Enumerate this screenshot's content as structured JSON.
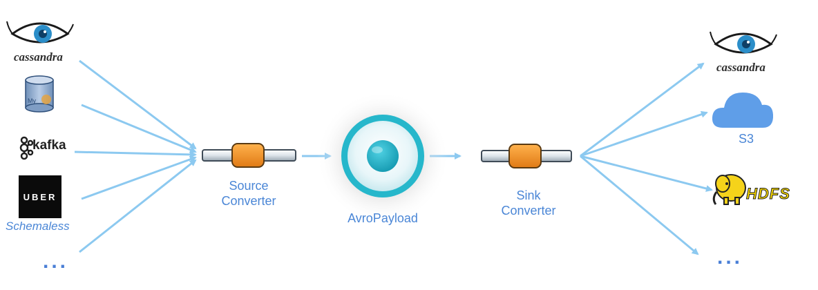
{
  "sources": {
    "cassandra_label": "cassandra",
    "mysql_label": "My",
    "kafka_label": "kafka",
    "uber_label": "UBER",
    "schemaless_label": "Schemaless",
    "more_label": "..."
  },
  "pipeline": {
    "source_converter_line1": "Source",
    "source_converter_line2": "Converter",
    "payload_label": "AvroPayload",
    "sink_converter_line1": "Sink",
    "sink_converter_line2": "Converter"
  },
  "sinks": {
    "cassandra_label": "cassandra",
    "s3_label": "S3",
    "hdfs_label": "HDFS",
    "more_label": "..."
  },
  "colors": {
    "arrow": "#8cc9f0",
    "label": "#4a86d6",
    "converter_orange": "#f0952a",
    "payload_teal": "#1fb4c9",
    "cloud_blue": "#5f9ee8"
  },
  "icons": {
    "cassandra": "eye-icon",
    "mysql": "database-icon",
    "kafka": "kafka-icon",
    "s3": "cloud-icon",
    "hdfs": "elephant-icon"
  }
}
